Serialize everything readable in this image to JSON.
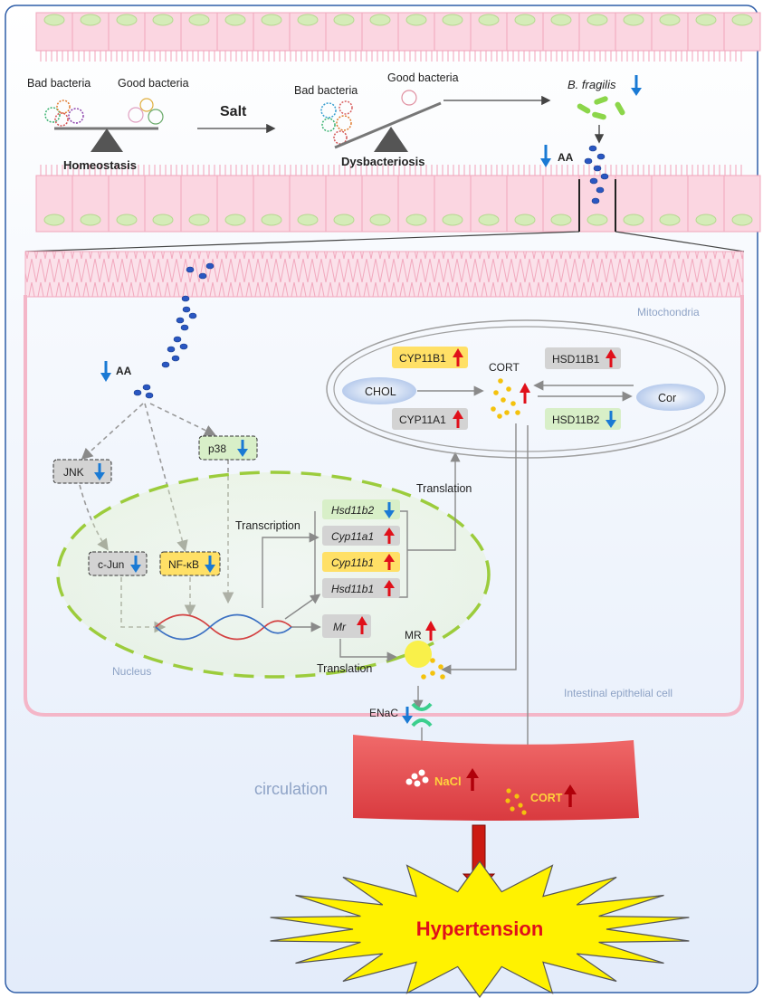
{
  "top": {
    "bad_bacteria_1": "Bad bacteria",
    "good_bacteria_1": "Good bacteria",
    "homeostasis": "Homeostasis",
    "salt": "Salt",
    "bad_bacteria_2": "Bad bacteria",
    "good_bacteria_2": "Good bacteria",
    "dysbacteriosis": "Dysbacteriosis",
    "b_fragilis": "B. fragilis",
    "aa_top": "AA"
  },
  "cell": {
    "aa": "AA",
    "mitochondria": "Mitochondria",
    "nucleus": "Nucleus",
    "cell_label": "Intestinal epithelial cell",
    "transcription": "Transcription",
    "translation_top": "Translation",
    "translation_bottom": "Translation"
  },
  "signaling": {
    "jnk": "JNK",
    "p38": "p38",
    "cjun": "c-Jun",
    "nfkb": "NF-κB"
  },
  "genes": {
    "hsd11b2": "Hsd11b2",
    "cyp11a1": "Cyp11a1",
    "cyp11b1": "Cyp11b1",
    "hsd11b1": "Hsd11b1",
    "mr": "Mr"
  },
  "mito": {
    "cyp11b1": "CYP11B1",
    "cyp11a1": "CYP11A1",
    "hsd11b1": "HSD11B1",
    "hsd11b2": "HSD11B2",
    "chol": "CHOL",
    "cort": "CORT",
    "cor": "Cor"
  },
  "receptors": {
    "mr": "MR",
    "enac": "ENaC"
  },
  "circulation": {
    "label": "circulation",
    "nacl": "NaCl",
    "cort": "CORT"
  },
  "outcome": {
    "hypertension": "Hypertension"
  },
  "colors": {
    "up": "#e0101a",
    "down": "#1a7ad4",
    "yellow_box": "#ffe066",
    "gray_box": "#d3d3d3",
    "green_box": "#d8efc8",
    "nucleus_dash": "#9ccc3c",
    "vessel": "#e8474c"
  }
}
